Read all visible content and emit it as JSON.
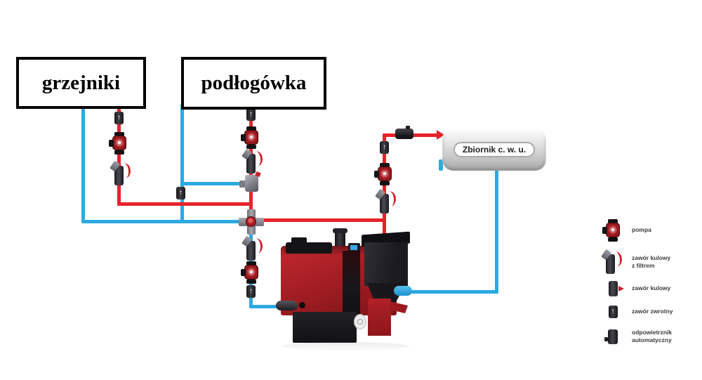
{
  "boxes": {
    "radiators": "grzejniki",
    "floor_heating": "podłogówka"
  },
  "tank": {
    "label": "Zbiornik c. w. u."
  },
  "legend": {
    "items": [
      {
        "icon": "pump-icon",
        "label": "pompa"
      },
      {
        "icon": "ball-valve-filter-icon",
        "label": "zawór kulowy\nz filtrem"
      },
      {
        "icon": "ball-valve-icon",
        "label": "zawór kulowy"
      },
      {
        "icon": "check-valve-icon",
        "label": "zawór zwrotny"
      },
      {
        "icon": "air-vent-icon",
        "label": "odpowietrznik\nautomatyczny"
      }
    ]
  },
  "icons": {
    "check_valve_arrow": "↑"
  },
  "colors": {
    "hot_pipe": "#E8222A",
    "cold_pipe": "#2CA9E1",
    "pump_body": "#A01A20",
    "boiler_red": "#A41E24",
    "component_black": "#1B1B20",
    "tank_gray": "#CFCFCF"
  }
}
